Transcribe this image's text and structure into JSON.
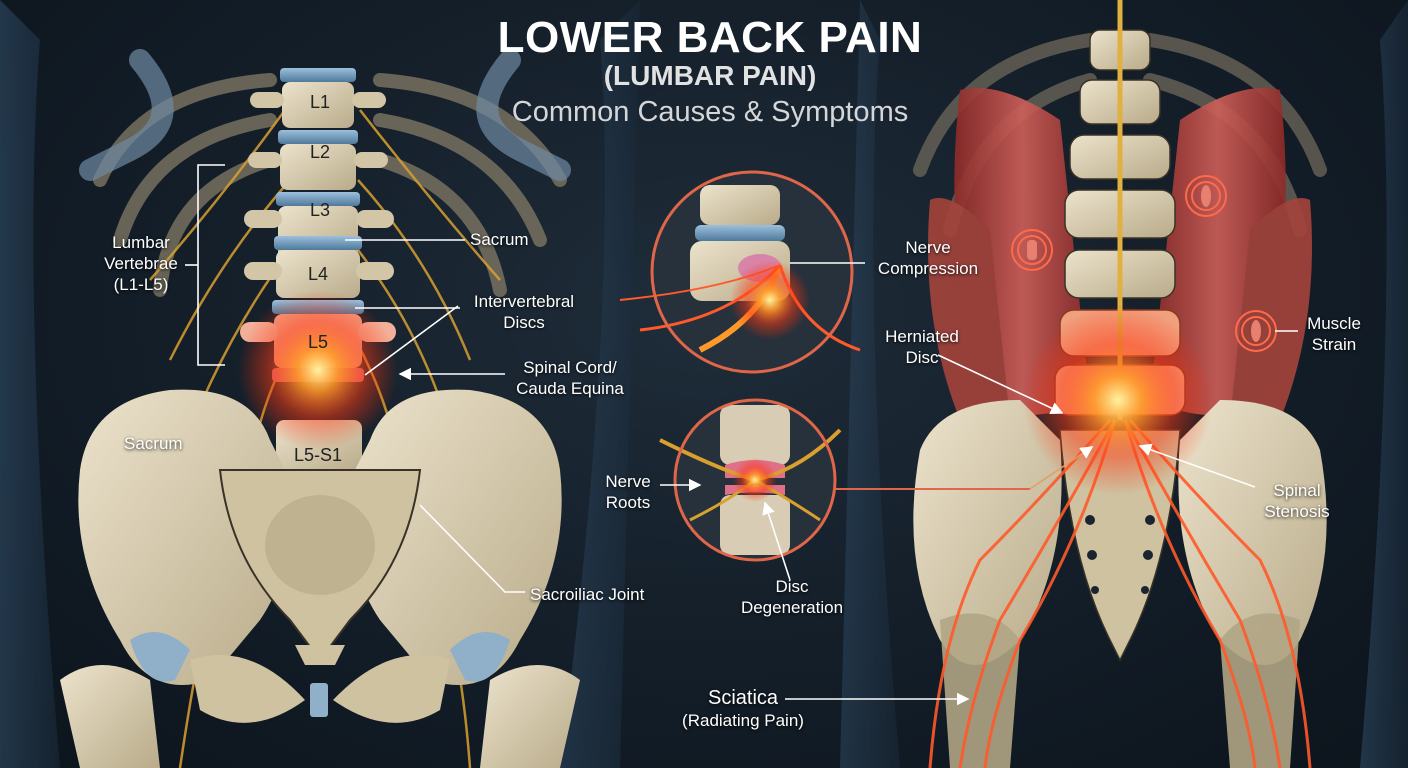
{
  "header": {
    "title": "LOWER BACK PAIN",
    "subtitle": "(LUMBAR PAIN)",
    "tagline": "Common Causes & Symptoms"
  },
  "left_panel": {
    "vertebrae": [
      "L1",
      "L2",
      "L3",
      "L4",
      "L5",
      "L5-S1"
    ],
    "labels": {
      "lumbar_vertebrae": [
        "Lumbar",
        "Vertebrae",
        "(L1-L5)"
      ],
      "sacrum_upper": "Sacrum",
      "intervertebral_discs": [
        "Intervertebral",
        "Discs"
      ],
      "spinal_cord": [
        "Spinal Cord/",
        "Cauda Equina"
      ],
      "sacrum_lower": "Sacrum",
      "sacroiliac_joint": "Sacroiliac Joint"
    }
  },
  "center_panel": {
    "labels": {
      "nerve_compression": [
        "Nerve",
        "Compression"
      ],
      "nerve_roots": [
        "Nerve",
        "Roots"
      ],
      "disc_degeneration": [
        "Disc",
        "Degeneration"
      ],
      "sciatica": "Sciatica",
      "sciatica_sub": "(Radiating Pain)"
    }
  },
  "right_panel": {
    "labels": {
      "herniated_disc": [
        "Herniated",
        "Disc"
      ],
      "muscle_strain": [
        "Muscle",
        "Strain"
      ],
      "spinal_stenosis": [
        "Spinal",
        "Stenosis"
      ]
    }
  },
  "colors": {
    "background": "#15202b",
    "bone": "#d9cdb0",
    "disc": "#7aa3c4",
    "nerve": "#d9a030",
    "pain": "#ff4a1f",
    "muscle": "#b8403a",
    "callout_ring": "#e0664a",
    "label_text": "#ffffff"
  }
}
